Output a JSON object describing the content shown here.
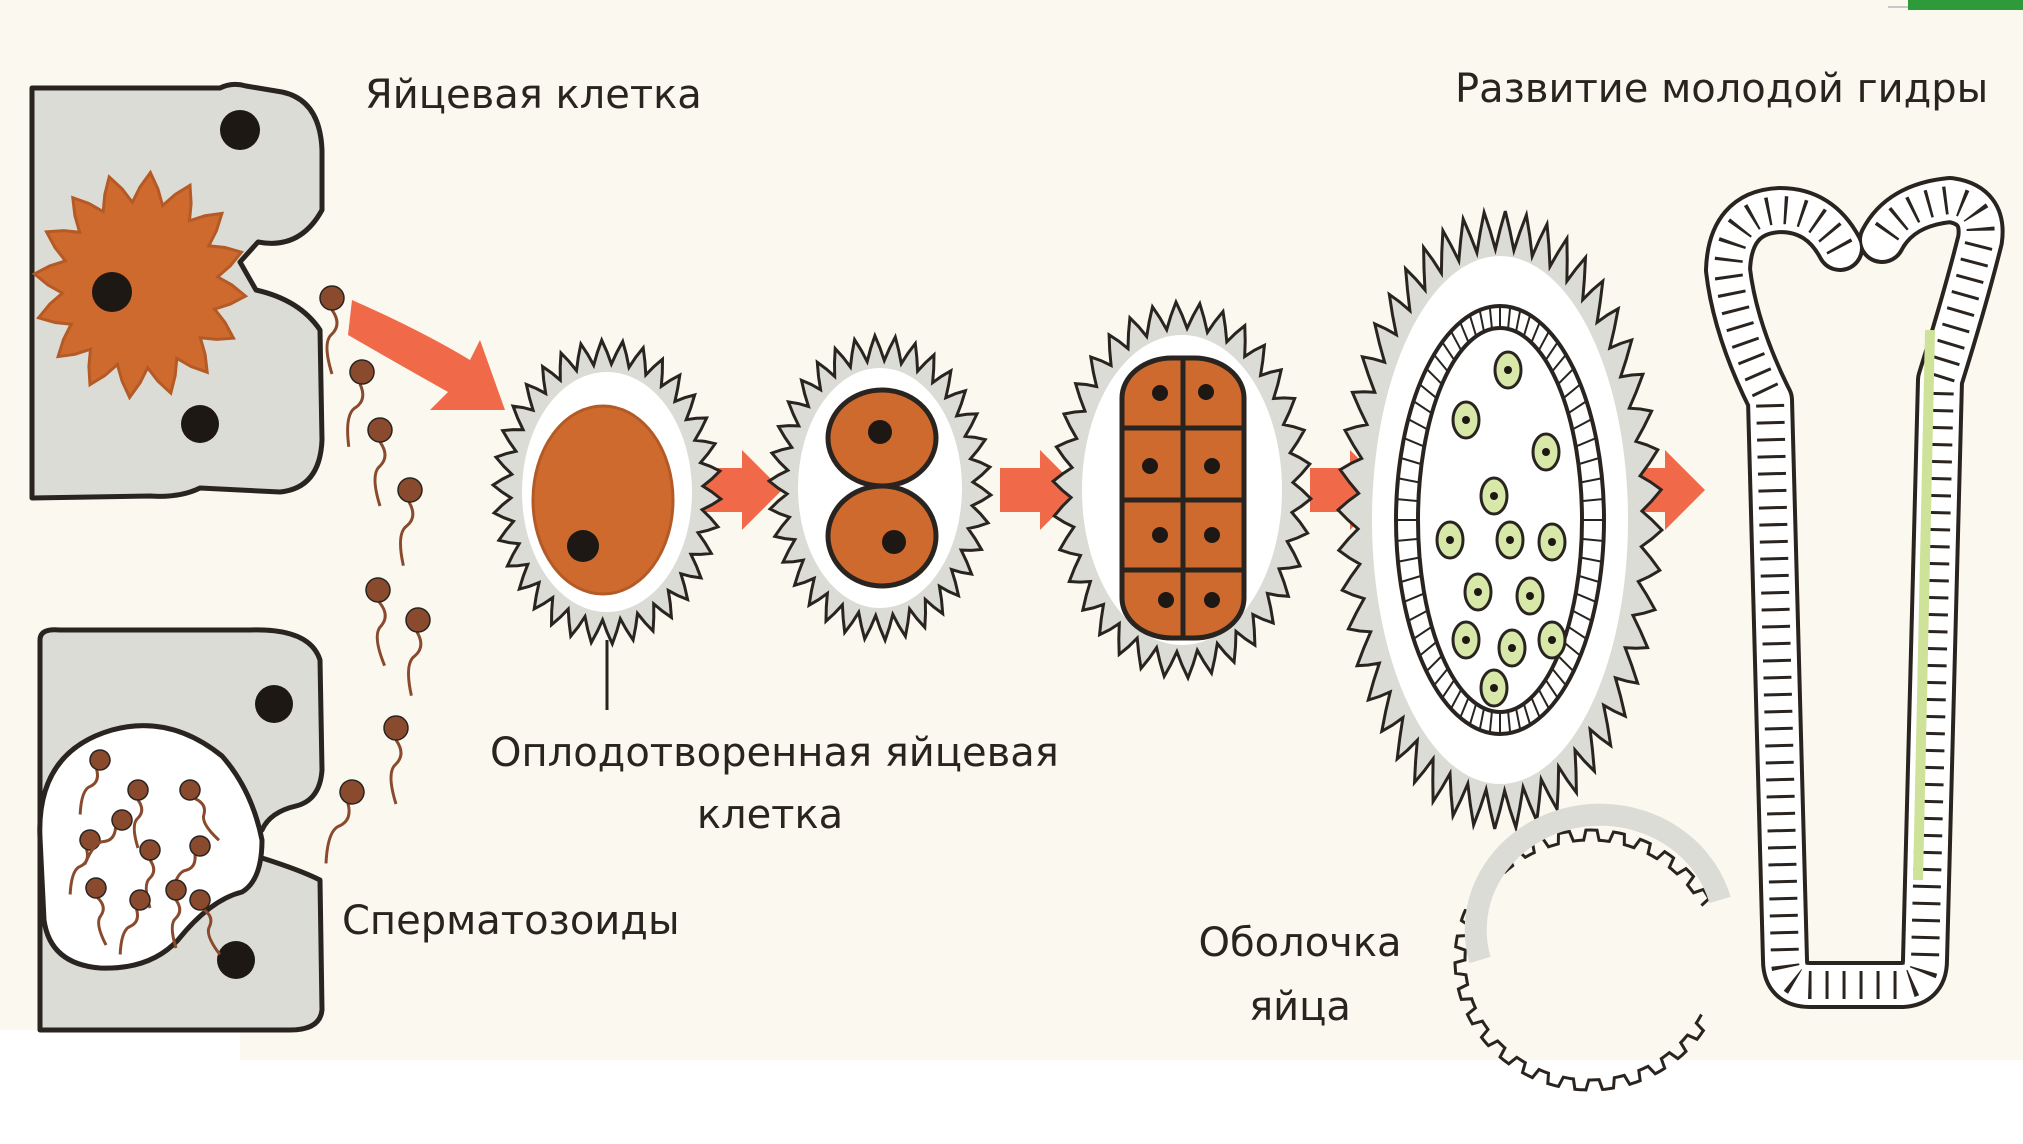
{
  "labels": {
    "egg_cell": "Яйцевая клетка",
    "hydra_development": "Развитие молодой гидры",
    "fertilized_egg_line1": "Оплодотворенная яйцевая",
    "fertilized_egg_line2": "клетка",
    "sperm": "Сперматозоиды",
    "egg_shell_line1": "Оболочка",
    "egg_shell_line2": "яйца"
  },
  "colors": {
    "background": "#fbf9ef",
    "outline": "#2a2420",
    "cell_fill": "#cf6a2e",
    "shell_fill": "#dcdcd6",
    "arrow": "#f06a4a",
    "sperm": "#8a4a2e",
    "green_cell": "#d8e8a8",
    "corner_tab": "#2f9a3a"
  }
}
